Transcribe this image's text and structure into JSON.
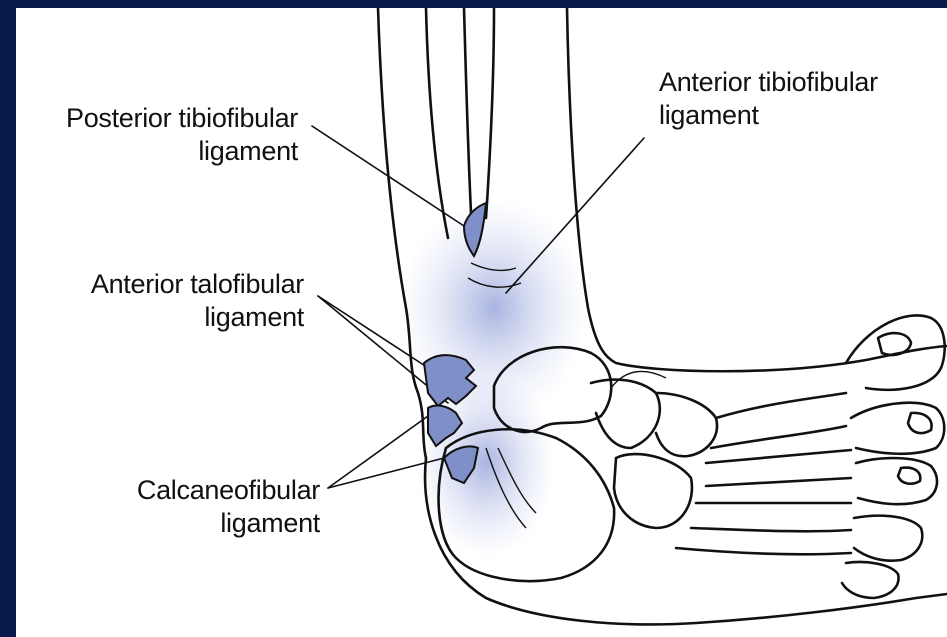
{
  "colors": {
    "border": "#071a4a",
    "background": "#ffffff",
    "ligament_fill": "#7f8fc8",
    "line": "#111111"
  },
  "labels": {
    "posterior_tibiofibular": {
      "line1": "Posterior tibiofibular",
      "line2": "ligament"
    },
    "anterior_tibiofibular": {
      "line1": "Anterior tibiofibular",
      "line2": "ligament"
    },
    "anterior_talofibular": {
      "line1": "Anterior talofibular",
      "line2": "ligament"
    },
    "calcaneofibular": {
      "line1": "Calcaneofibular",
      "line2": "ligament"
    }
  }
}
